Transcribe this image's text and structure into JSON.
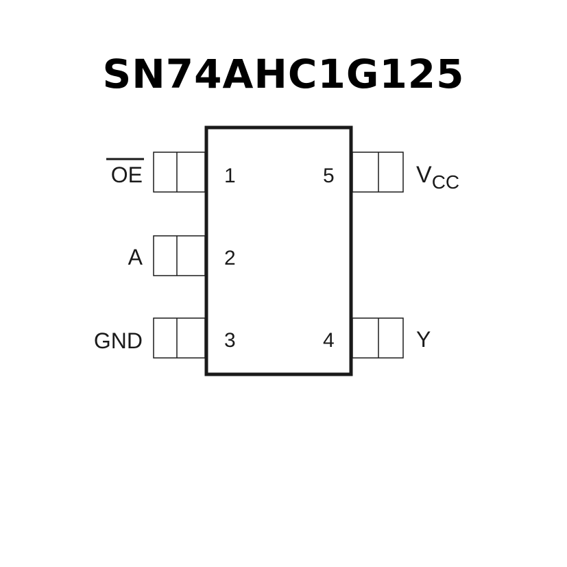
{
  "title": "SN74AHC1G125",
  "colors": {
    "stroke": "#1a1a1a",
    "background": "#ffffff"
  },
  "pins": [
    {
      "number": "1",
      "name": "OE",
      "overbar": true,
      "side": "left"
    },
    {
      "number": "2",
      "name": "A",
      "side": "left"
    },
    {
      "number": "3",
      "name": "GND",
      "side": "left"
    },
    {
      "number": "4",
      "name": "Y",
      "side": "right"
    },
    {
      "number": "5",
      "name": "V",
      "subscript": "CC",
      "side": "right"
    }
  ]
}
